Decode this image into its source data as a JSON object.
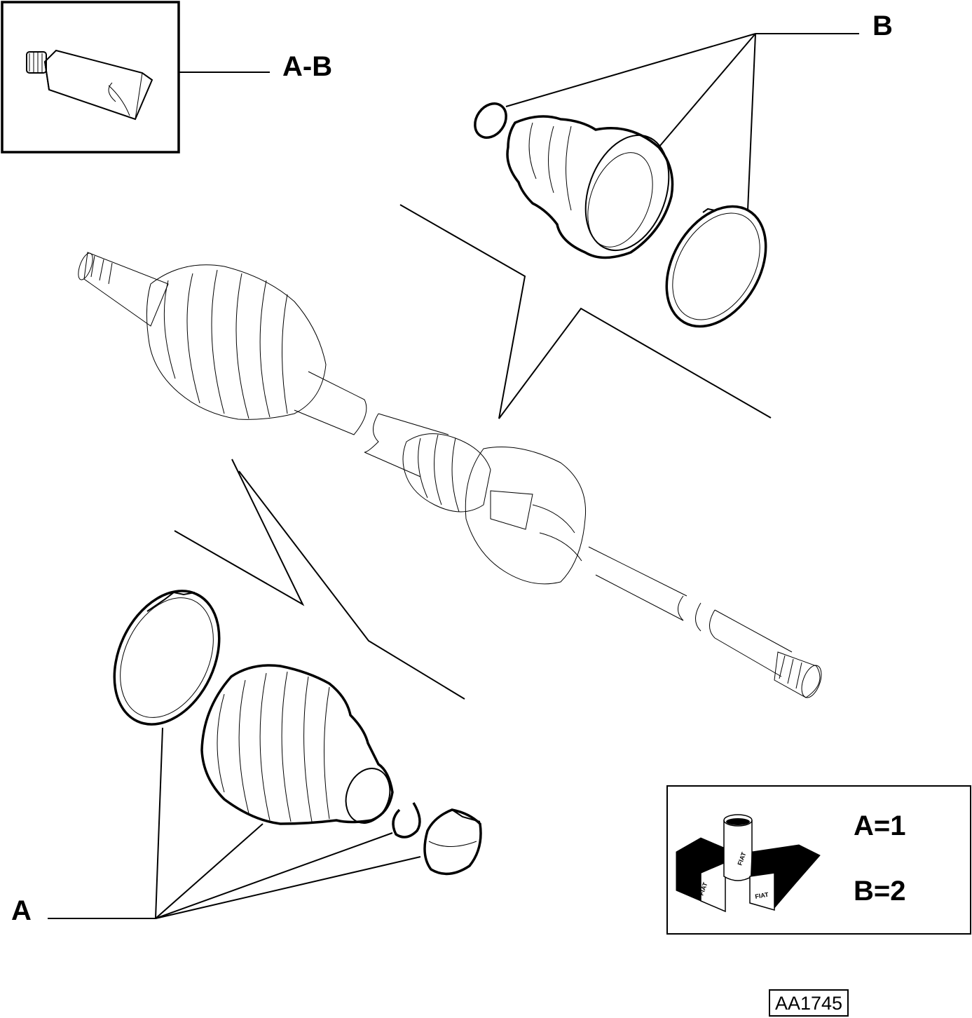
{
  "callouts": {
    "grease": "A-B",
    "kit_b": "B",
    "kit_a": "A"
  },
  "quantity_box": {
    "line_a": "A=1",
    "line_b": "B=2",
    "brand_text": "FIAT"
  },
  "drawing_code": "AA1745"
}
